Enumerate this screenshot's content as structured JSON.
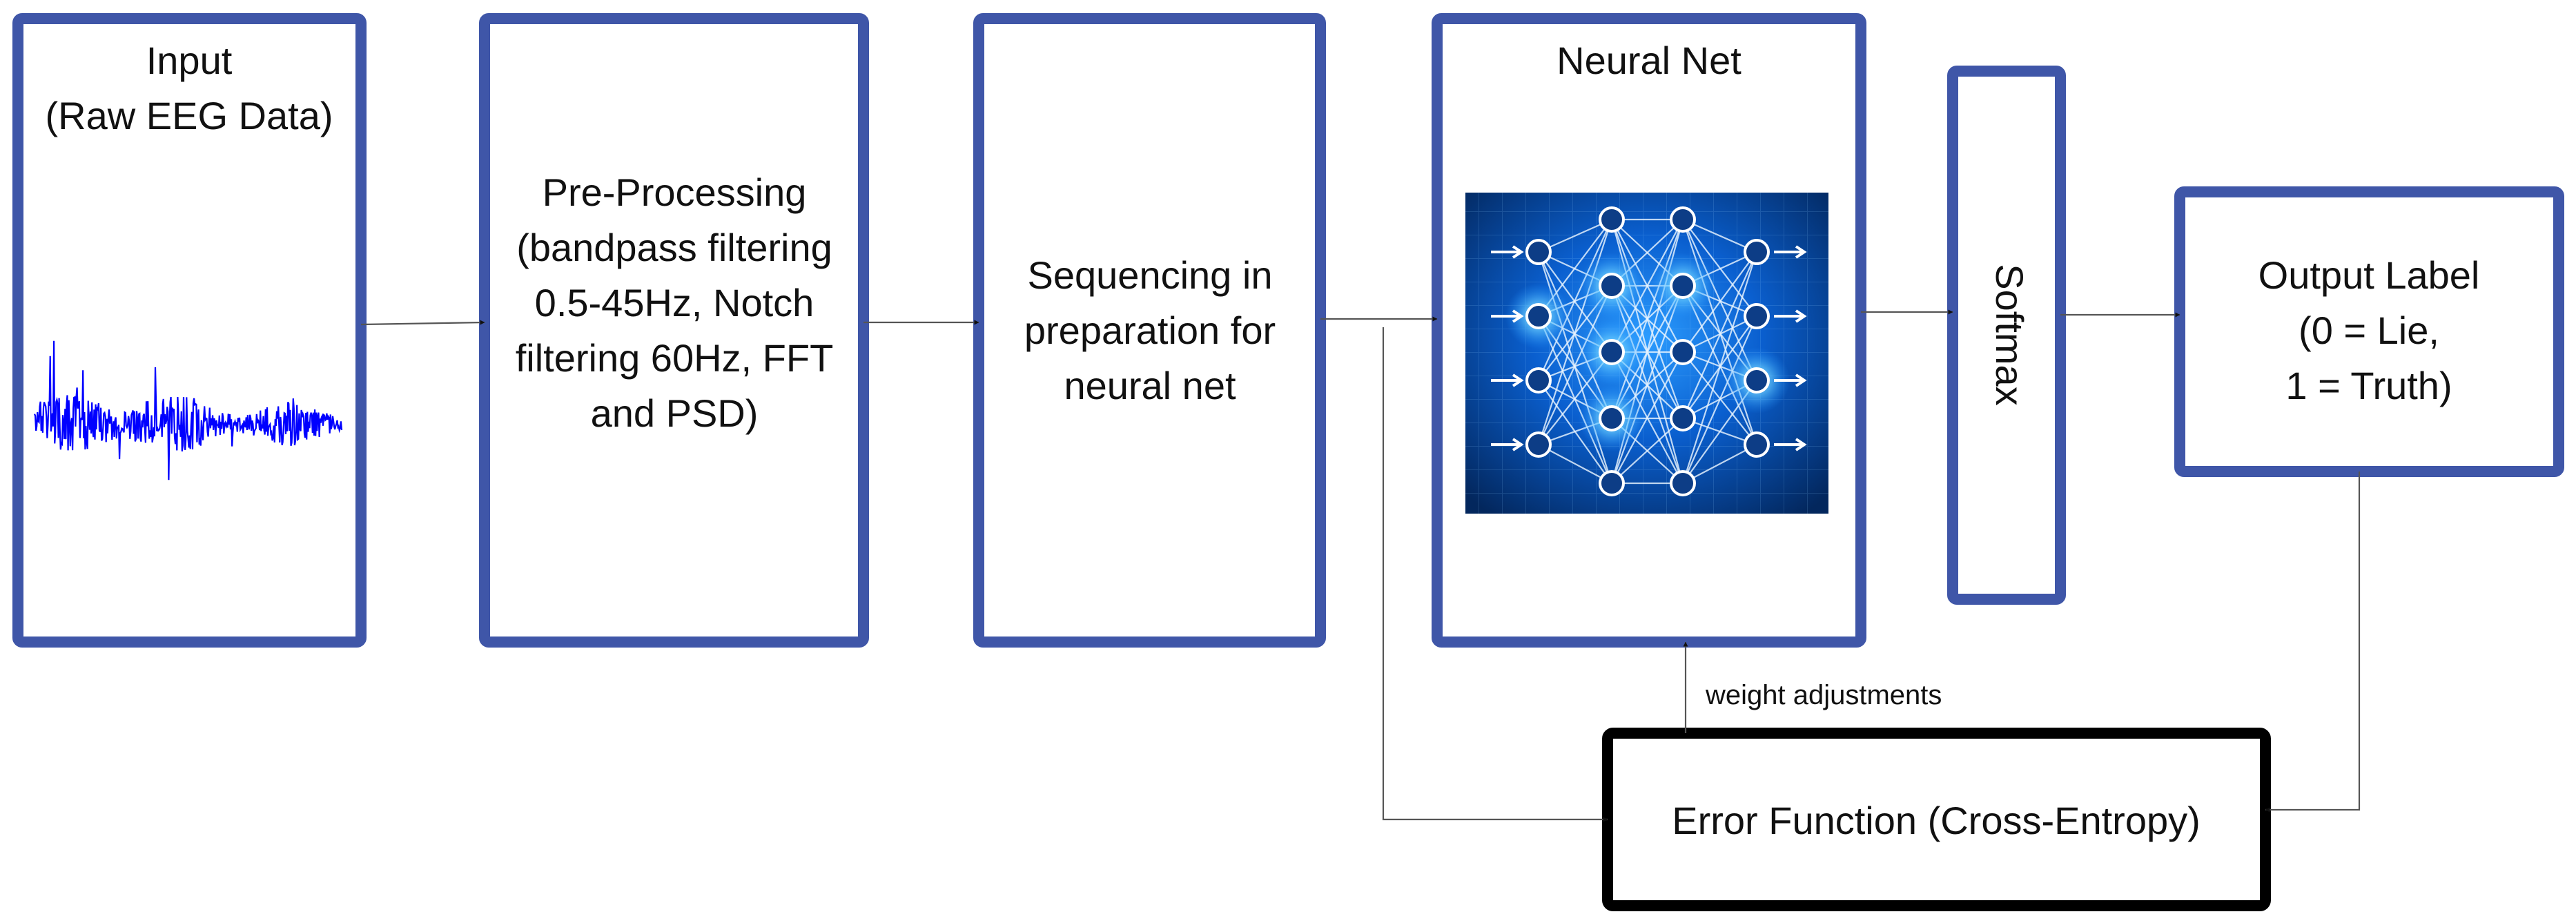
{
  "nodes": {
    "input": {
      "title": "Input",
      "subtitle": "(Raw EEG Data)"
    },
    "preprocessing": {
      "lines": [
        "Pre-Processing",
        "(bandpass filtering",
        "0.5-45Hz, Notch",
        "filtering 60Hz, FFT",
        "and PSD)"
      ]
    },
    "sequencing": {
      "lines": [
        "Sequencing in",
        "preparation for",
        "neural net"
      ]
    },
    "neural_net": {
      "title": "Neural Net"
    },
    "softmax": {
      "label": "Softmax"
    },
    "output": {
      "lines": [
        "Output Label",
        "(0 = Lie,",
        "1 = Truth)"
      ]
    },
    "error_function": {
      "label": "Error Function (Cross-Entropy)"
    }
  },
  "edges": {
    "weight_adjustments": "weight adjustments"
  },
  "colors": {
    "box_border": "#3f56a8",
    "error_border": "#000000",
    "eeg_trace": "#0000ff",
    "connector": "#555555"
  }
}
